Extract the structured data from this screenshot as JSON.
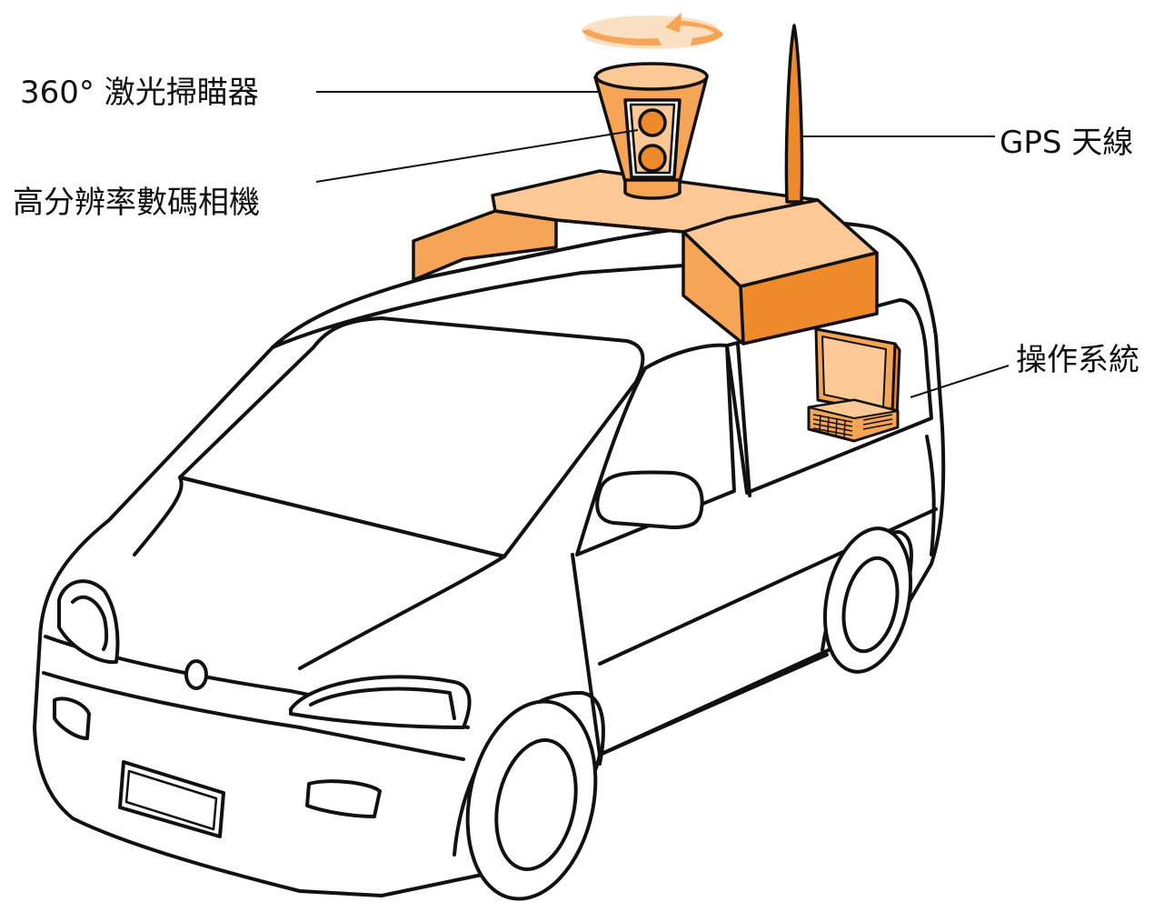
{
  "labels": {
    "laser_scanner": "360° 激光掃瞄器",
    "camera": "高分辨率數碼相機",
    "gps_antenna": "GPS 天線",
    "operating_system": "操作系統"
  },
  "colors": {
    "outline": "#111111",
    "orange_light": "#fbc896",
    "orange_mid": "#f5a555",
    "orange_dark": "#ef8a2a",
    "orange_deep": "#e07418",
    "background": "#ffffff"
  },
  "icons": {
    "rotation": "rotation-arrow-icon",
    "lens": "camera-lens-icon"
  }
}
